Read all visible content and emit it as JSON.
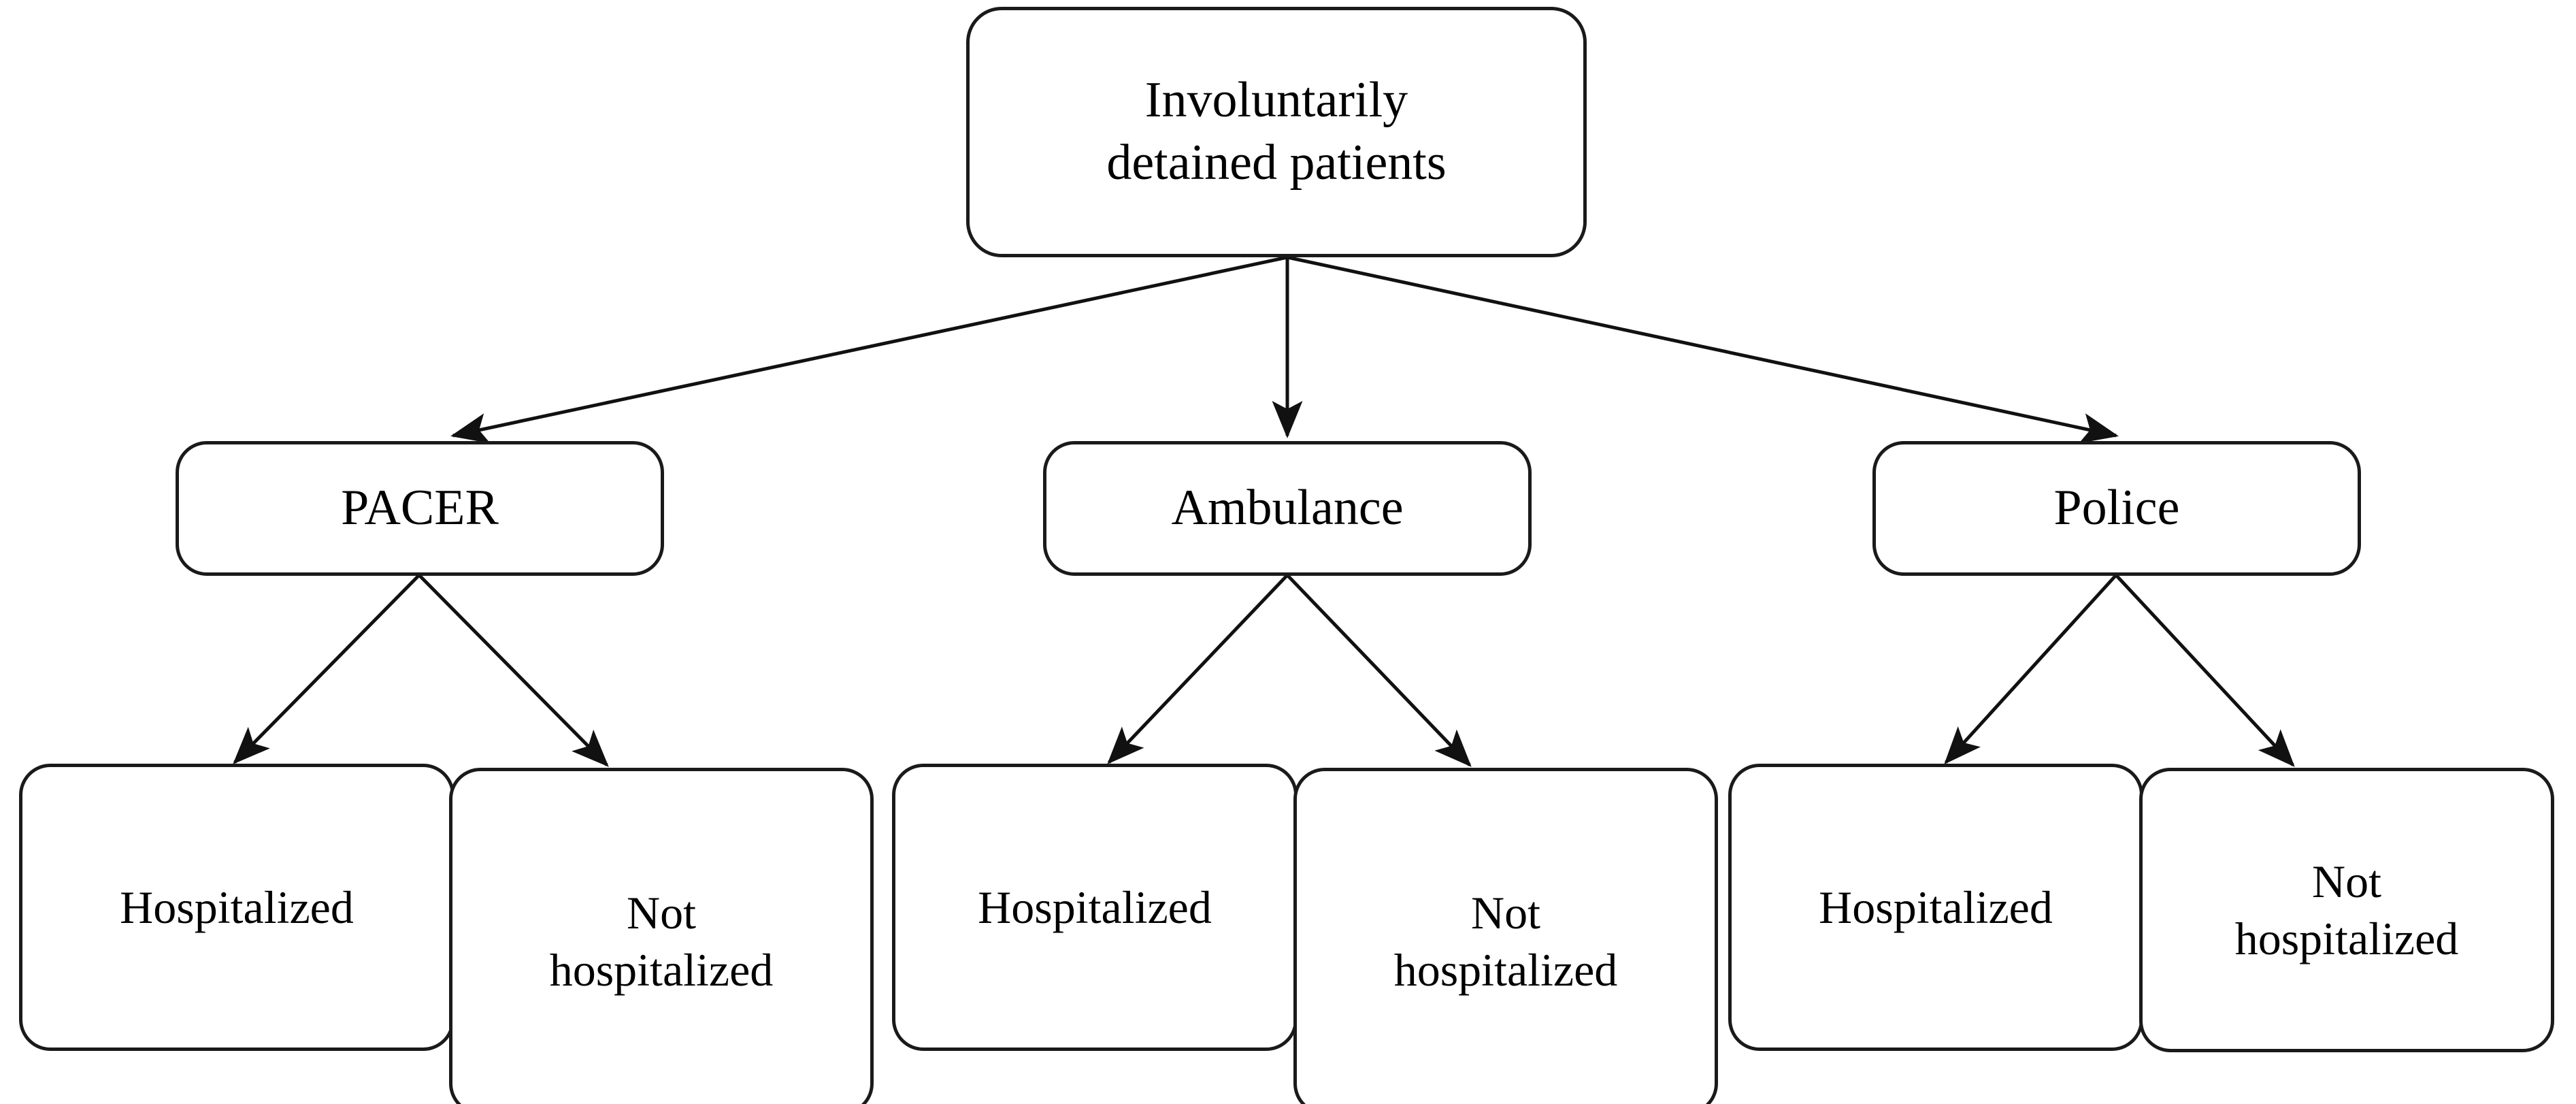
{
  "diagram": {
    "type": "flowchart-tree",
    "orientation": "top-down",
    "background_color": "#ffffff",
    "line_color": "#1a1a1a",
    "text_color": "#000000",
    "root": {
      "id": "root",
      "label": "Involuntarily\ndetained patients"
    },
    "level2": [
      {
        "id": "pacer",
        "label": "PACER"
      },
      {
        "id": "ambulance",
        "label": "Ambulance"
      },
      {
        "id": "police",
        "label": "Police"
      }
    ],
    "level3": [
      {
        "id": "pacer-hospitalized",
        "parent": "pacer",
        "label": "Hospitalized"
      },
      {
        "id": "pacer-not-hospitalized",
        "parent": "pacer",
        "label": "Not\nhospitalized"
      },
      {
        "id": "ambulance-hospitalized",
        "parent": "ambulance",
        "label": "Hospitalized"
      },
      {
        "id": "ambulance-not-hospitalized",
        "parent": "ambulance",
        "label": "Not\nhospitalized"
      },
      {
        "id": "police-hospitalized",
        "parent": "police",
        "label": "Hospitalized"
      },
      {
        "id": "police-not-hospitalized",
        "parent": "police",
        "label": "Not\nhospitalized"
      }
    ],
    "edges": [
      {
        "from": "root",
        "to": "pacer"
      },
      {
        "from": "root",
        "to": "ambulance"
      },
      {
        "from": "root",
        "to": "police"
      },
      {
        "from": "pacer",
        "to": "pacer-hospitalized"
      },
      {
        "from": "pacer",
        "to": "pacer-not-hospitalized"
      },
      {
        "from": "ambulance",
        "to": "ambulance-hospitalized"
      },
      {
        "from": "ambulance",
        "to": "ambulance-not-hospitalized"
      },
      {
        "from": "police",
        "to": "police-hospitalized"
      },
      {
        "from": "police",
        "to": "police-not-hospitalized"
      }
    ]
  }
}
